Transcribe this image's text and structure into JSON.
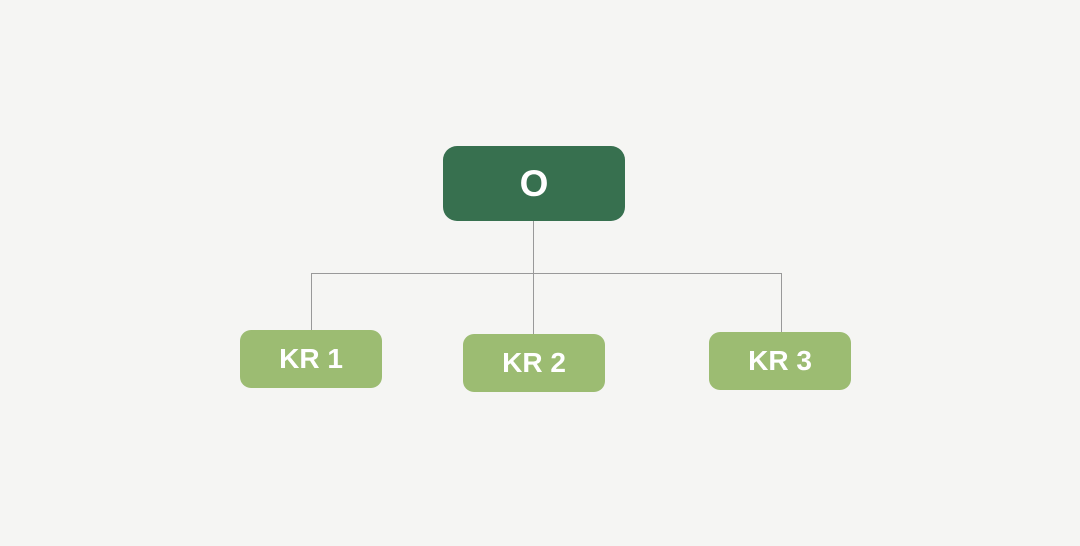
{
  "diagram": {
    "type": "okr-tree",
    "objective": {
      "label": "O"
    },
    "key_results": [
      {
        "label": "KR 1"
      },
      {
        "label": "KR 2"
      },
      {
        "label": "KR 3"
      }
    ]
  },
  "colors": {
    "background": "#f5f5f3",
    "objective_fill": "#37704f",
    "key_result_fill": "#9cbc72",
    "connector": "#999999",
    "text": "#ffffff"
  }
}
